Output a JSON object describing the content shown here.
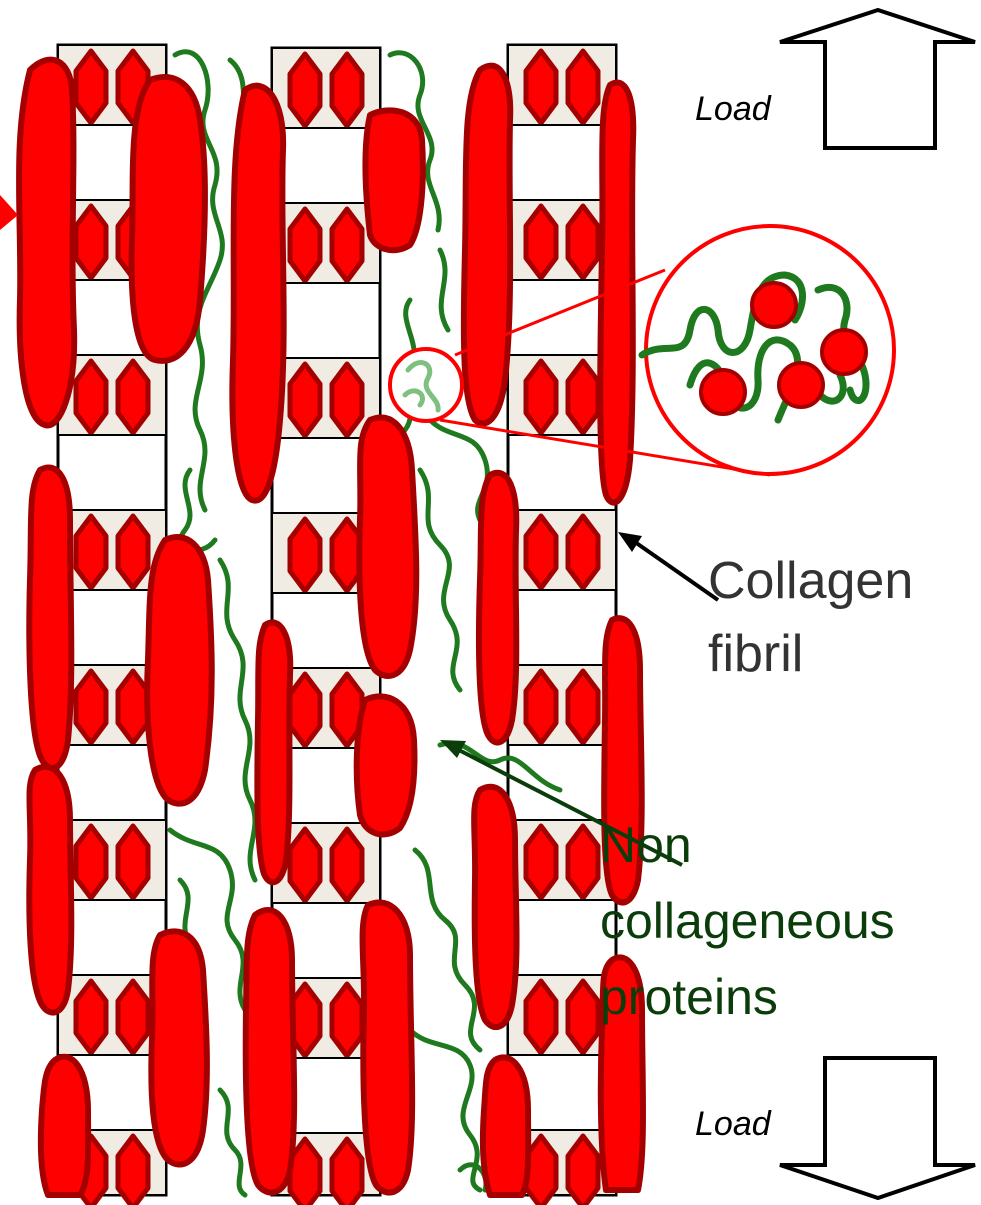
{
  "labels": {
    "load_top": "Load",
    "load_bottom": "Load",
    "collagen_line1": "Collagen",
    "collagen_line2": "fibril",
    "ncp_line1": "Non",
    "ncp_line2": "collageneous",
    "ncp_line3": "proteins"
  },
  "colors": {
    "mineral_fill": "#ff0000",
    "mineral_stroke": "#a50000",
    "protein": "#1f7a1f",
    "protein_light": "#7fbf7f",
    "callout": "#ff0000",
    "fibril_band": "#f0ece4",
    "ncp_text": "#0b3d0b",
    "text": "#333333"
  },
  "icons": [
    "load-arrow-up-icon",
    "load-arrow-down-icon"
  ]
}
